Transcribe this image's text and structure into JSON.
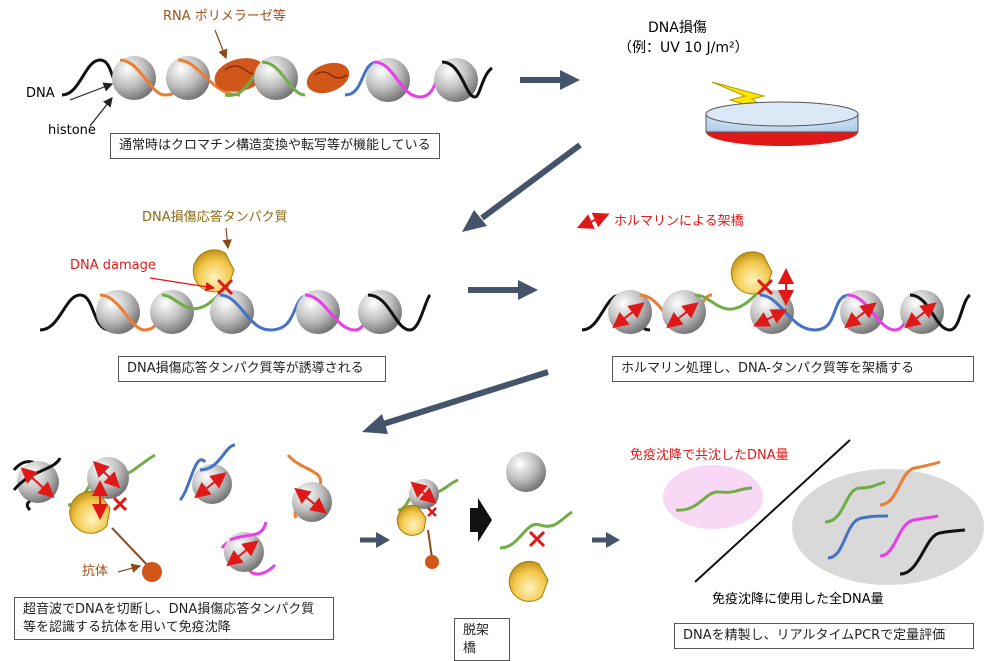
{
  "top": {
    "rna_polymerase": "RNA ポリメラーゼ等",
    "dna": "DNA",
    "histone": "histone",
    "normal_caption": "通常時はクロマチン構造変換や転写等が機能している",
    "damage_title": "DNA損傷",
    "damage_example": "（例：UV 10 J/m²）"
  },
  "middle": {
    "response_protein": "DNA損傷応答タンパク質",
    "dna_damage": "DNA damage",
    "induced_caption": "DNA損傷応答タンパク質等が誘導される",
    "crosslink_legend": "ホルマリンによる架橋",
    "crosslink_caption": "ホルマリン処理し、DNA-タンパク質等を架橋する"
  },
  "bottom": {
    "antibody": "抗体",
    "ip_caption": "超音波でDNAを切断し、DNA損傷応答タンパク質等を認識する抗体を用いて免疫沈降",
    "reverse_caption": "脱架橋",
    "coprecipitated": "免疫沈降で共沈したDNA量",
    "total_dna": "免疫沈降に使用した全DNA量",
    "pcr_caption": "DNAを精製し、リアルタイムPCRで定量評価"
  },
  "colors": {
    "arrow": "#44546a",
    "orange": "#ed7d31",
    "green": "#70ad47",
    "blue": "#4472c4",
    "magenta": "#e83ee8",
    "red": "#e01818",
    "polymerase": "#d0561a",
    "pacman": "#f2c94c"
  }
}
